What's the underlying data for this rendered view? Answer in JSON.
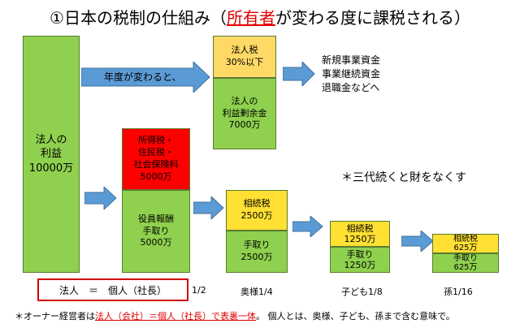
{
  "title": {
    "prefix": "①日本の税制の仕組み（",
    "highlight": "所有者",
    "suffix": "が変わる度に課税される）"
  },
  "corp_profit": {
    "line1": "法人の",
    "line2": "利益",
    "line3": "10000万"
  },
  "arrow_label": "年度が変わると、",
  "corp_tax": {
    "line1": "法人税",
    "line2": "30%以下"
  },
  "retained": {
    "line1": "法人の",
    "line2": "利益剰余金",
    "line3": "7000万"
  },
  "uses": {
    "line1": "新規事業資金",
    "line2": "事業継続資金",
    "line3": "退職金などへ"
  },
  "personal_tax": {
    "line1": "所得税・",
    "line2": "住民税・",
    "line3": "社会保険料",
    "line4": "5000万"
  },
  "salary": {
    "line1": "役員報酬",
    "line2": "手取り",
    "line3": "5000万"
  },
  "note_three": "＊三代続くと財をなくす",
  "gen1": {
    "tax_label": "相続税",
    "tax_value": "2500万",
    "net_label": "手取り",
    "net_value": "2500万"
  },
  "gen2": {
    "tax_label": "相続税",
    "tax_value": "1250万",
    "net_label": "手取り",
    "net_value": "1250万"
  },
  "gen3": {
    "tax_label": "相続税",
    "tax_value": "625万",
    "net_label": "手取り",
    "net_value": "625万"
  },
  "legend": {
    "left": "法人",
    "eq": "＝",
    "right": "個人（社長）"
  },
  "fractions": {
    "f1": "1/2",
    "f2": "奥様1/4",
    "f3": "子ども1/8",
    "f4": "孫1/16"
  },
  "footnote": {
    "prefix": "＊オーナー経営者は",
    "highlight": "法人（会社）＝個人（社長）で表裏一体",
    "suffix": "。 個人とは、奥様、子ども、孫まで含む意味で。"
  },
  "colors": {
    "green": "#8fd14f",
    "yellow": "#ffe033",
    "red": "#ff0000",
    "arrow": "#5b9bd5"
  }
}
